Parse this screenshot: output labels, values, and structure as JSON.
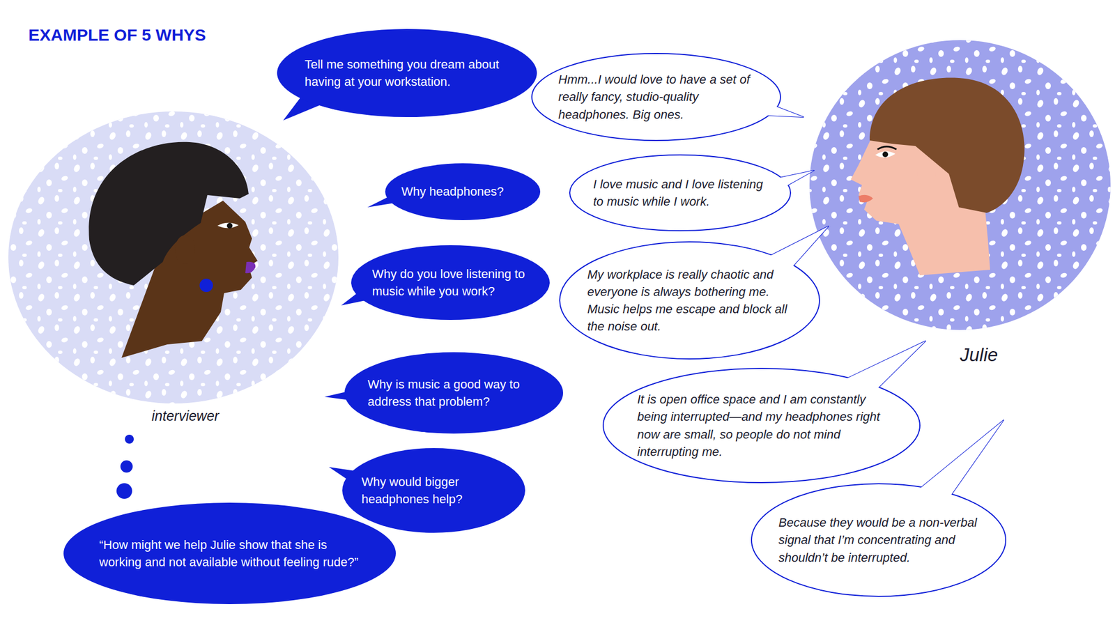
{
  "diagram": {
    "title": "EXAMPLE OF 5 WHYS",
    "nodes": [
      {
        "text": [
          "Tell me something you dream about having at your workstation."
        ]
      },
      {
        "text": [
          "Hmm...I would love to have a set of really fancy, studio-quality headphones. Big ones."
        ]
      },
      {
        "text": [
          "Why headphones?"
        ]
      },
      {
        "text": [
          "I love music and I love listening to music while I work."
        ]
      },
      {
        "text": [
          "Why do you love listening to music while you work?"
        ]
      },
      {
        "text": [
          "My workplace is really chaotic and everyone is always bothering me. Music helps me escape and block all the noise out."
        ]
      },
      {
        "text": [
          "Why is music a good way to address that problem?"
        ]
      },
      {
        "text": [
          "It is open office space and I am constantly being interrupted—and my headphones right now are small, so people do not mind interrupting me."
        ]
      },
      {
        "text": [
          "Why would bigger headphones help?"
        ]
      },
      {
        "text": [
          "Because they would be a non-verbal signal that I’m concentrating and shouldn’t be interrupted."
        ]
      },
      {
        "text": [
          "“How might we help Julie show that she is working and not available without feeling rude?”"
        ]
      }
    ],
    "labels": [
      "interviewer",
      "Julie"
    ]
  }
}
